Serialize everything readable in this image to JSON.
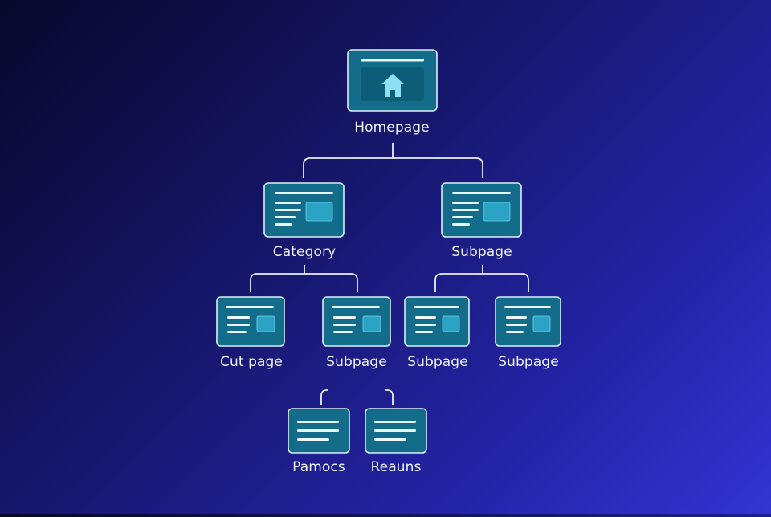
{
  "diagram": {
    "nodes": {
      "root": {
        "label": "Homepage",
        "icon": "home-icon"
      },
      "category": {
        "label": "Category"
      },
      "subpage_right": {
        "label": "Subpage"
      },
      "cut_page": {
        "label": "Cut page"
      },
      "subpage_mid": {
        "label": "Subpage"
      },
      "subpage_right_a": {
        "label": "Subpage"
      },
      "subpage_right_b": {
        "label": "Subpage"
      },
      "pamocs": {
        "label": "Pamocs"
      },
      "reauns": {
        "label": "Reauns"
      }
    }
  },
  "colors": {
    "card_fill": "#136c8a",
    "card_stroke": "#d8f1f7",
    "connector": "#e8eef8",
    "label_text": "#eef3fb",
    "background_start": "#07082a",
    "background_end": "#3434d2"
  }
}
